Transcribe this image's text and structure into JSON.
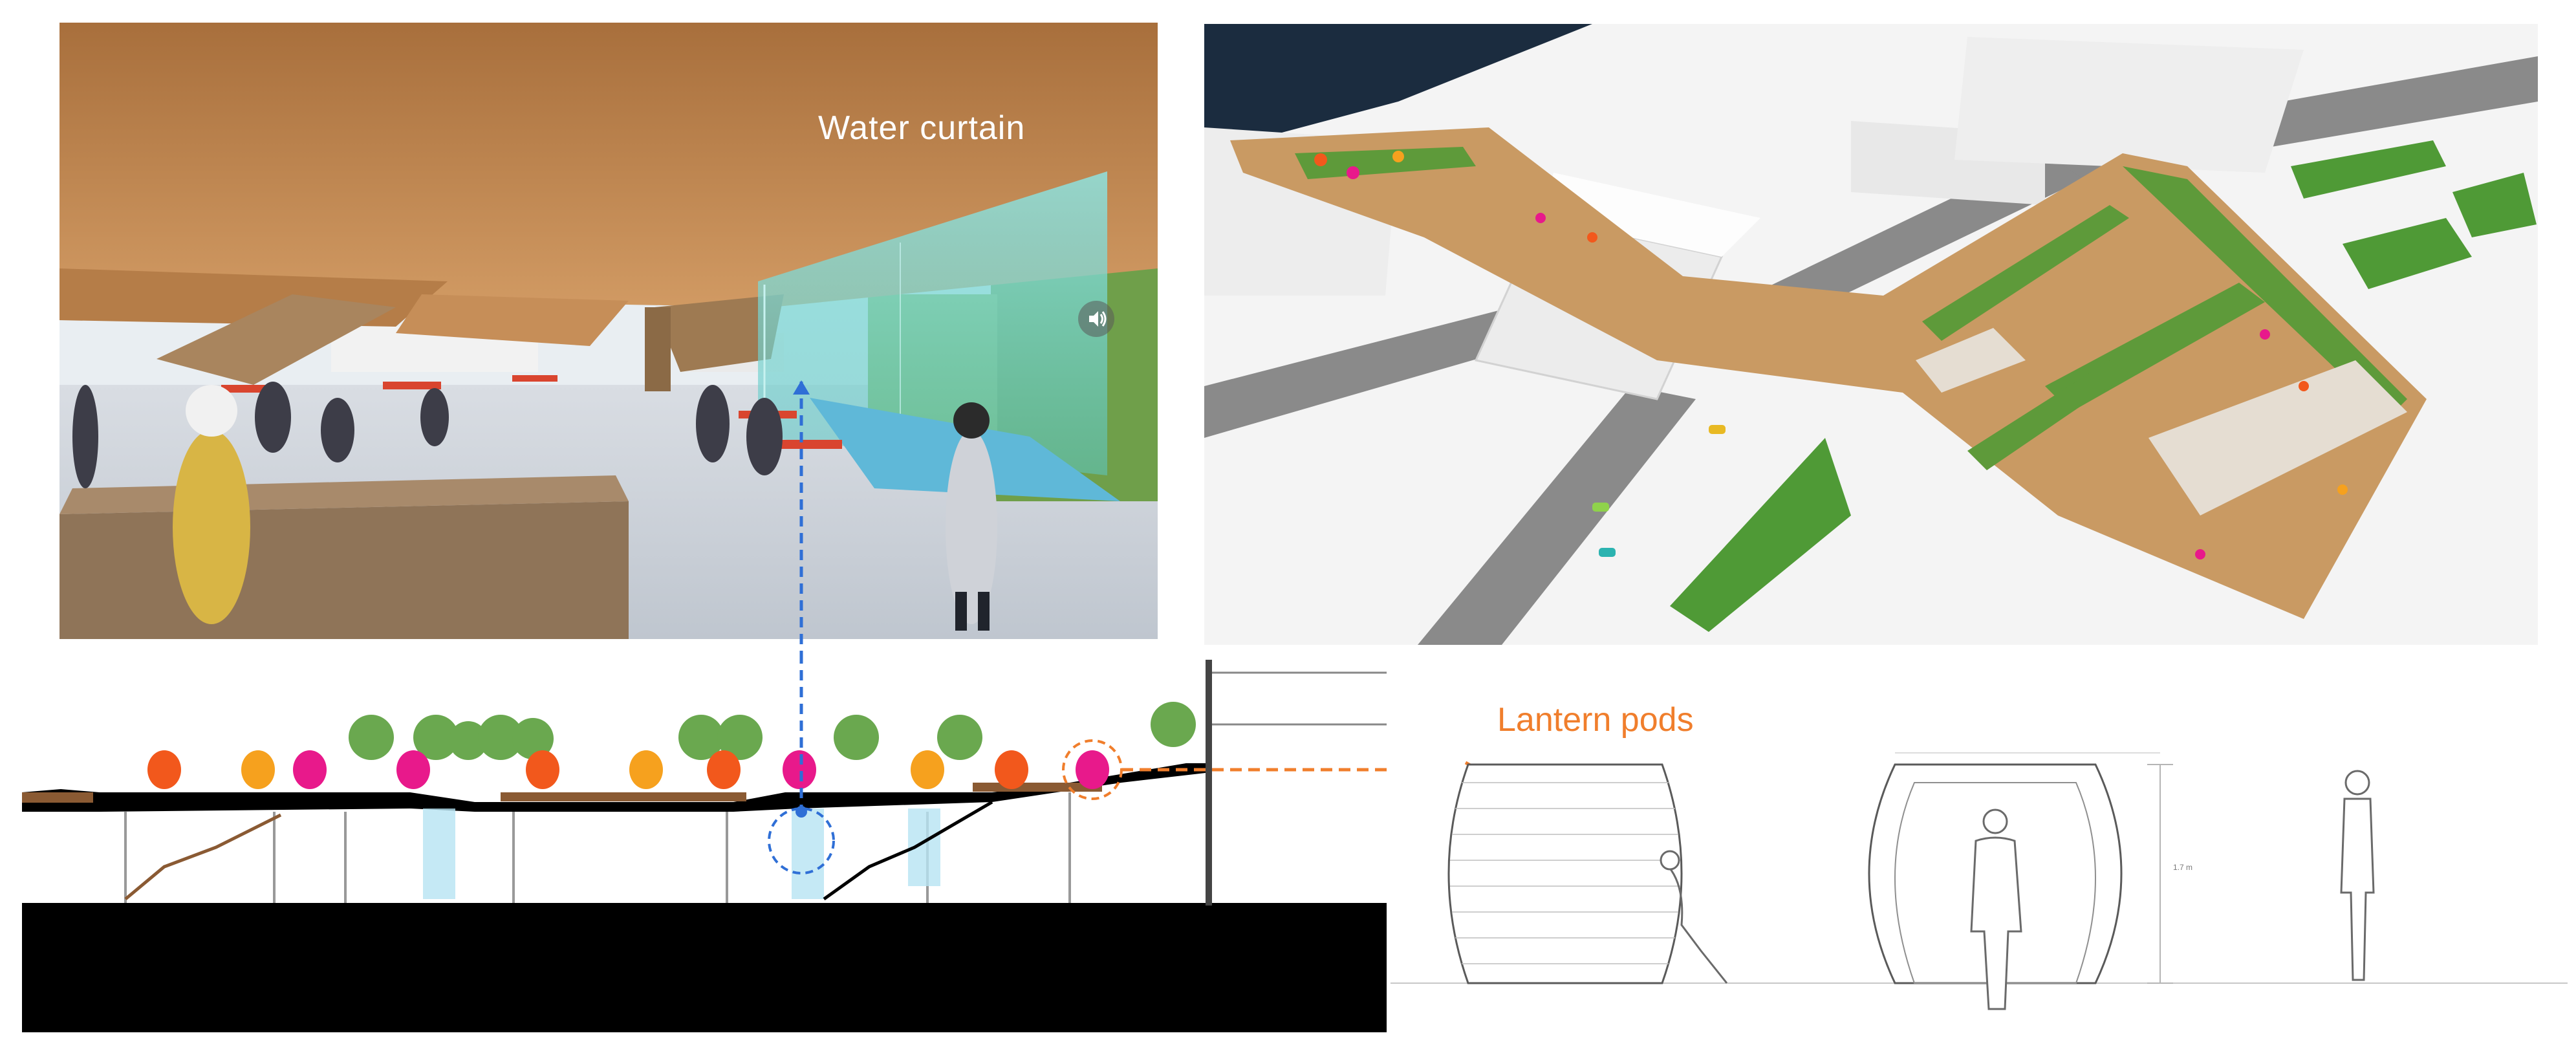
{
  "annotations": {
    "water_curtain": "Water curtain",
    "lantern_pods": "Lantern pods",
    "pod_height": "1.7 m"
  },
  "colors": {
    "accent_orange": "#f07e2c",
    "accent_blue": "#2f6fd6",
    "pod_magenta": "#e8198b",
    "pod_orange": "#f2581c",
    "pod_amber": "#f6a11e",
    "ceiling_wood": "#c08952",
    "deck_wood": "#c99a63",
    "planting_green": "#5e9a3a",
    "water_teal": "#7fd6d2"
  },
  "panels": {
    "perspective": "plaza-underdeck-render",
    "aerial": "masterplan-aerial-render",
    "section": "site-section-drawing",
    "pod_elevations": [
      "pod-side-elevation",
      "pod-front-elevation",
      "person-scale-figure"
    ]
  },
  "icons": {
    "sound": "speaker-icon"
  }
}
